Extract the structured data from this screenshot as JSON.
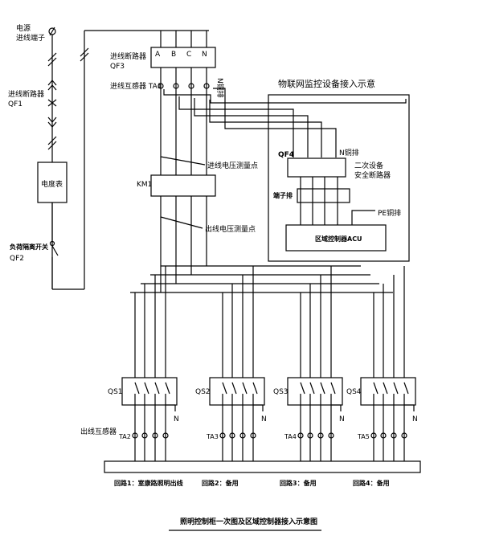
{
  "labels": {
    "power_source": "电源",
    "incoming_terminal": "进线端子",
    "incoming_breaker_left": "进线断路器",
    "qf1": "QF1",
    "meter": "电度表",
    "load_switch": "负荷隔离开关",
    "qf2": "QF2",
    "incoming_breaker_top": "进线断路器",
    "qf3": "QF3",
    "phase_a": "A",
    "phase_b": "B",
    "phase_c": "C",
    "phase_n": "N",
    "incoming_ct": "进线互感器 TA1",
    "copper_bar": "N铜排",
    "incoming_voltage_point": "进线电压测量点",
    "km1": "KM1",
    "outgoing_voltage_point": "出线电压测量点",
    "iot_title": "物联网监控设备接入示意",
    "qf4": "QF4",
    "n_copper_bar": "N铜排",
    "secondary_device": "二次设备",
    "safety_breaker": "安全断路器",
    "terminal_block": "端子排",
    "pe_copper_bar": "PE铜排",
    "acu": "区域控制器ACU",
    "outgoing_ct": "出线互感器",
    "caption": "照明控制柜一次图及区域控制器接入示意图"
  },
  "branches": [
    {
      "switch": "QS1",
      "ct": "TA2",
      "n": "N",
      "circuit": "回路1：室康路照明出线"
    },
    {
      "switch": "QS2",
      "ct": "TA3",
      "n": "N",
      "circuit": "回路2：备用"
    },
    {
      "switch": "QS3",
      "ct": "TA4",
      "n": "N",
      "circuit": "回路3：备用"
    },
    {
      "switch": "QS4",
      "ct": "TA5",
      "n": "N",
      "circuit": "回路4：备用"
    }
  ]
}
